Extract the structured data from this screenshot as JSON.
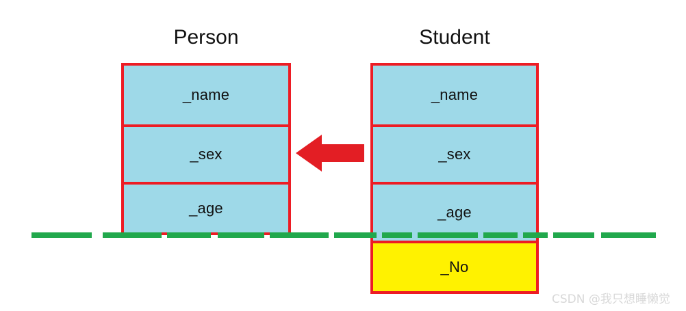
{
  "diagram": {
    "type": "uml-inheritance",
    "background_color": "#ffffff",
    "classes": [
      {
        "name": "Person",
        "title": "Person",
        "fill_color": "#9ED9E8",
        "border_color": "#ED1C24",
        "fields": [
          {
            "label": "_name",
            "fill": "#9ED9E8",
            "inherited": false
          },
          {
            "label": "_sex",
            "fill": "#9ED9E8",
            "inherited": false
          },
          {
            "label": "_age",
            "fill": "#9ED9E8",
            "inherited": false
          }
        ]
      },
      {
        "name": "Student",
        "title": "Student",
        "fill_color": "#9ED9E8",
        "border_color": "#ED1C24",
        "fields": [
          {
            "label": "_name",
            "fill": "#9ED9E8",
            "inherited": true
          },
          {
            "label": "_sex",
            "fill": "#9ED9E8",
            "inherited": true
          },
          {
            "label": "_age",
            "fill": "#9ED9E8",
            "inherited": true
          },
          {
            "label": "_No",
            "fill": "#FFF200",
            "inherited": false
          }
        ]
      }
    ],
    "arrow": {
      "name": "inheritance-arrow",
      "direction": "left",
      "from": "Student",
      "to": "Person",
      "color": "#E31E24"
    },
    "separator": {
      "name": "member-boundary-line",
      "style": "dashed",
      "color": "#21A84C",
      "orientation": "horizontal"
    }
  },
  "watermark": {
    "text": "CSDN @我只想睡懒觉",
    "color": "#d8d8d8"
  },
  "colors": {
    "box_fill": "#9ED9E8",
    "box_border": "#ED1C24",
    "highlight_fill": "#FFF200",
    "arrow": "#E31E24",
    "separator": "#21A84C",
    "text": "#111111"
  }
}
